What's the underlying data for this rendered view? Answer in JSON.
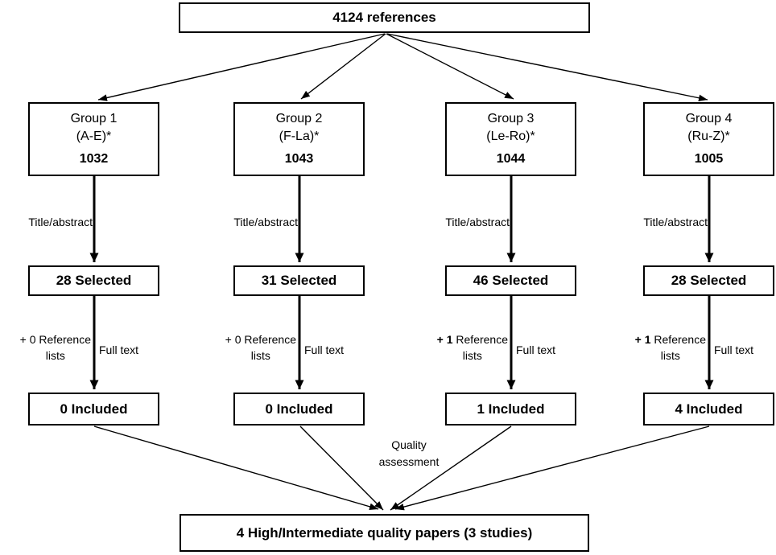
{
  "diagram": {
    "source_box": {
      "label": "4124 references"
    },
    "final_box": {
      "label": "4 High/Intermediate quality papers (3 studies)"
    },
    "quality_label": {
      "line1": "Quality",
      "line2": "assessment"
    },
    "columns": [
      {
        "group_name": "Group 1",
        "group_range": "(A-E)*",
        "count": "1032",
        "screening_label": "Title/abstract",
        "selected_label": "28 Selected",
        "reference_prefix": "+ 0",
        "reference_prefix_style": "",
        "reference_word": " Reference",
        "reference_word2": "lists",
        "fulltext_label": "Full text",
        "included_label": "0 Included"
      },
      {
        "group_name": "Group 2",
        "group_range": "(F-La)*",
        "count": "1043",
        "screening_label": "Title/abstract",
        "selected_label": "31 Selected",
        "reference_prefix": "+ 0",
        "reference_prefix_style": "",
        "reference_word": " Reference",
        "reference_word2": "lists",
        "fulltext_label": "Full text",
        "included_label": "0 Included"
      },
      {
        "group_name": "Group 3",
        "group_range": "(Le-Ro)*",
        "count": "1044",
        "screening_label": "Title/abstract",
        "selected_label": "46 Selected",
        "reference_prefix": "+ 1",
        "reference_prefix_style": "bold",
        "reference_word": " Reference",
        "reference_word2": "lists",
        "fulltext_label": "Full text",
        "included_label": "1 Included"
      },
      {
        "group_name": "Group 4",
        "group_range": "(Ru-Z)*",
        "count": "1005",
        "screening_label": "Title/abstract",
        "selected_label": "28 Selected",
        "reference_prefix": "+ 1",
        "reference_prefix_style": "bold",
        "reference_word": " Reference",
        "reference_word2": "lists",
        "fulltext_label": "Full text",
        "included_label": "4 Included"
      }
    ],
    "colors": {
      "line": "#000000",
      "background": "#ffffff",
      "text": "#000000"
    }
  }
}
